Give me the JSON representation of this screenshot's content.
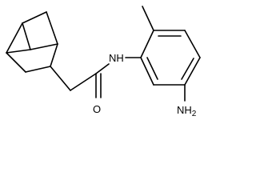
{
  "molecule": {
    "atoms": {
      "amide_n": "NH",
      "carbonyl_o": "O",
      "amine_main": "NH",
      "amine_sub": "2"
    }
  }
}
